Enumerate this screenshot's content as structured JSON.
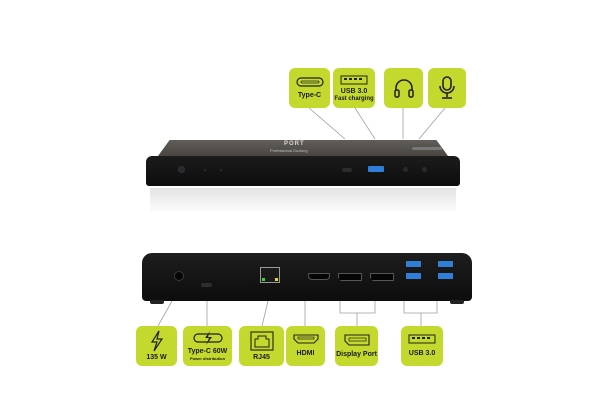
{
  "product": {
    "brand_logo": "PORT",
    "front_caption": "Professional Docking"
  },
  "top_badges": [
    {
      "icon": "usb-type-c-icon",
      "label": "Type-C",
      "sub": ""
    },
    {
      "icon": "usb-a-icon",
      "label": "USB 3.0",
      "sub": "Fast charging"
    },
    {
      "icon": "headphones-icon",
      "label": "",
      "sub": ""
    },
    {
      "icon": "microphone-icon",
      "label": "",
      "sub": ""
    }
  ],
  "bottom_badges": [
    {
      "icon": "lightning-power-icon",
      "label": "135 W",
      "sub": ""
    },
    {
      "icon": "usb-type-c-power-icon",
      "label": "Type-C 60W",
      "sub": "Power distribution"
    },
    {
      "icon": "ethernet-rj45-icon",
      "label": "RJ45",
      "sub": ""
    },
    {
      "icon": "hdmi-icon",
      "label": "HDMI",
      "sub": ""
    },
    {
      "icon": "displayport-icon",
      "label": "Display Port",
      "sub": ""
    },
    {
      "icon": "usb-a-icon",
      "label": "USB 3.0",
      "sub": ""
    }
  ],
  "colors": {
    "badge": "#c4d92e",
    "dock_body": "#111111",
    "usb_blue": "#2f7fd8",
    "connector_lines": "#9a9a9a"
  }
}
